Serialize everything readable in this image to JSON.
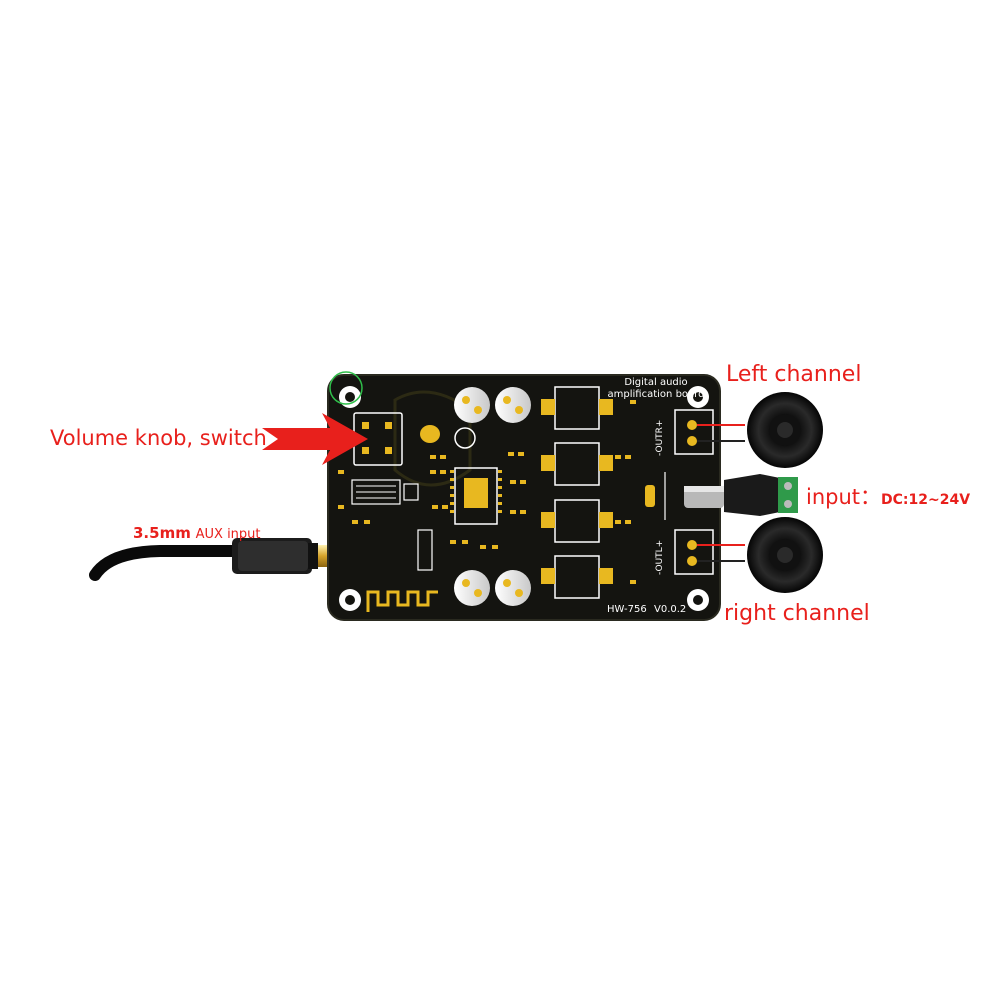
{
  "labels": {
    "volume": "Volume knob, switch",
    "aux_size": "3.5mm",
    "aux_text": "AUX input",
    "left_channel": "Left channel",
    "right_channel": "right channel",
    "input_prefix": "input：",
    "input_voltage": "DC:12~24V"
  },
  "board": {
    "title_line1": "Digital audio",
    "title_line2": "amplification board",
    "model": "HW-756",
    "version": "V0.0.2",
    "terminal_r": "-OUTR+",
    "terminal_l": "-OUTL+"
  },
  "colors": {
    "annotation": "#e8201c",
    "pcb": "#141410",
    "silkscreen": "#ffffff",
    "pad": "#e8b820"
  }
}
